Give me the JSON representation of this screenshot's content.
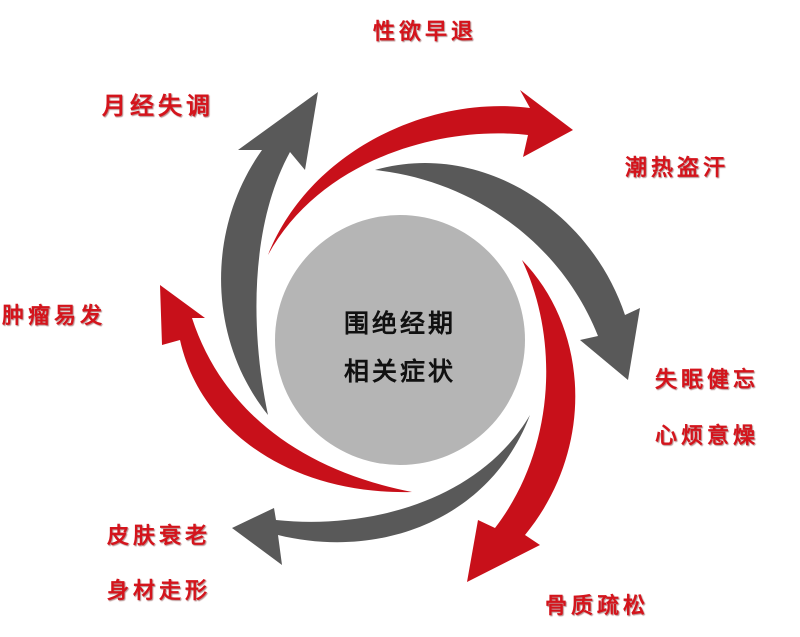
{
  "center": {
    "line1": "围绝经期",
    "line2": "相关症状"
  },
  "symptoms": {
    "top": "性欲早退",
    "top_left": "月经失调",
    "top_right": "潮热盗汗",
    "right_1": "失眠健忘",
    "right_2": "心烦意燥",
    "left": "肿瘤易发",
    "bottom_left_1": "皮肤衰老",
    "bottom_left_2": "身材走形",
    "bottom_right": "骨质疏松"
  },
  "colors": {
    "red_arrow": "#c8101a",
    "gray_arrow": "#595959",
    "center_circle": "#b5b5b5",
    "label_red": "#d4141c",
    "center_text": "#111111"
  }
}
